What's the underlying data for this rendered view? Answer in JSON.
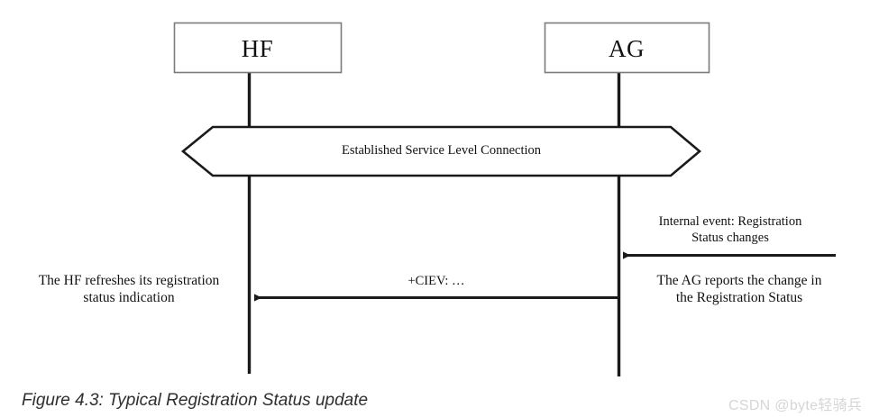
{
  "figure": {
    "caption": "Figure 4.3: Typical Registration Status update",
    "watermark": "CSDN @byte轻骑兵",
    "colors": {
      "stroke": "#1a1a1a",
      "box_border": "#7b7b7b",
      "background": "#ffffff",
      "caption_text": "#2e2e2e",
      "watermark_text": "#d6d6d6"
    }
  },
  "lifelines": [
    {
      "id": "hf",
      "label": "HF"
    },
    {
      "id": "ag",
      "label": "AG"
    }
  ],
  "state_banner": {
    "label": "Established Service Level Connection"
  },
  "messages": [
    {
      "id": "internal-event",
      "label": "Internal event: Registration\nStatus changes",
      "direction": "right-to-left"
    },
    {
      "id": "ciev",
      "label": "+CIEV: …",
      "direction": "right-to-left"
    }
  ],
  "annotations": [
    {
      "id": "hf-note",
      "text": "The HF refreshes its registration\nstatus indication"
    },
    {
      "id": "ag-note",
      "text": "The AG reports the change in\nthe Registration Status"
    }
  ]
}
